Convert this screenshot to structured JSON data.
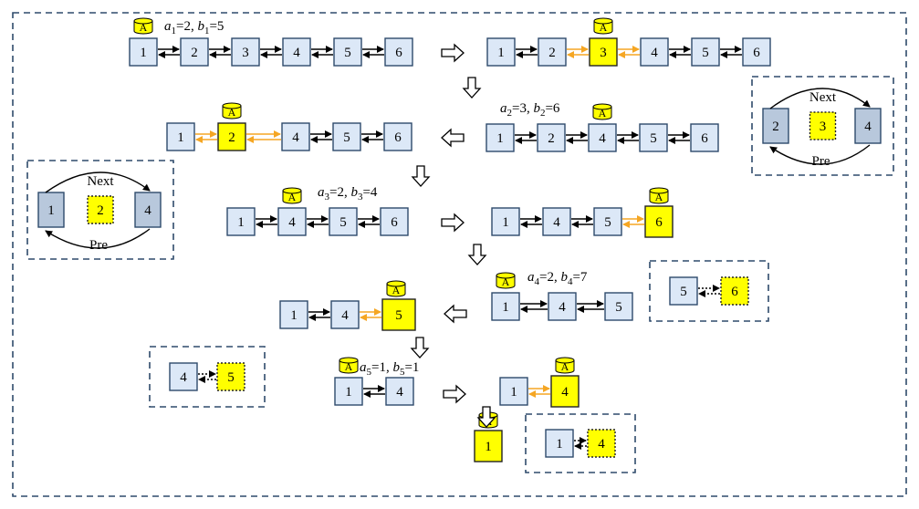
{
  "colors": {
    "node_fill": "#dce8f7",
    "node_stroke": "#2e4a6b",
    "active_fill": "#ffff00",
    "active_stroke": "#000000",
    "orange_arrow": "#f5a623",
    "black_arrow": "#000000",
    "dash_border": "#2e4a6b",
    "cylinder_fill": "#ffff00",
    "box_grey_fill": "#b8c8dc"
  },
  "icon": {
    "name": "a-cylinder-icon",
    "label": "A"
  },
  "captions": [
    {
      "id": "c1",
      "main_a": "a",
      "sub_a": "1",
      "val_a": "=2,",
      "main_b": "b",
      "sub_b": "1",
      "val_b": "=5"
    },
    {
      "id": "c2",
      "main_a": "a",
      "sub_a": "2",
      "val_a": "=3,",
      "main_b": "b",
      "sub_b": "2",
      "val_b": "=6"
    },
    {
      "id": "c3",
      "main_a": "a",
      "sub_a": "3",
      "val_a": "=2,",
      "main_b": "b",
      "sub_b": "3",
      "val_b": "=4"
    },
    {
      "id": "c4",
      "main_a": "a",
      "sub_a": "4",
      "val_a": "=2,",
      "main_b": "b",
      "sub_b": "4",
      "val_b": "=7"
    },
    {
      "id": "c5",
      "main_a": "a",
      "sub_a": "5",
      "val_a": "=1,",
      "main_b": "b",
      "sub_b": "5",
      "val_b": "=1"
    }
  ],
  "chains": [
    {
      "id": "row1-left",
      "nodes": [
        "1",
        "2",
        "3",
        "4",
        "5",
        "6"
      ],
      "active": null
    },
    {
      "id": "row1-right",
      "nodes": [
        "1",
        "2",
        "3",
        "4",
        "5",
        "6"
      ],
      "active": 2
    },
    {
      "id": "row2-left",
      "nodes": [
        "1",
        "2",
        "4",
        "5",
        "6"
      ],
      "active": 1
    },
    {
      "id": "row2-right",
      "nodes": [
        "1",
        "2",
        "4",
        "5",
        "6"
      ],
      "active": null
    },
    {
      "id": "row3-left",
      "nodes": [
        "1",
        "4",
        "5",
        "6"
      ],
      "active": null
    },
    {
      "id": "row3-right",
      "nodes": [
        "1",
        "4",
        "5",
        "6"
      ],
      "active": 3
    },
    {
      "id": "row4-left",
      "nodes": [
        "1",
        "4",
        "5"
      ],
      "active": 2
    },
    {
      "id": "row4-right",
      "nodes": [
        "1",
        "4",
        "5"
      ],
      "active": null
    },
    {
      "id": "row5-left",
      "nodes": [
        "1",
        "4"
      ],
      "active": null
    },
    {
      "id": "row5-right",
      "nodes": [
        "1",
        "4"
      ],
      "active": 1
    },
    {
      "id": "final",
      "nodes": [
        "1"
      ],
      "active": 0
    }
  ],
  "insets": [
    {
      "id": "inset-right-ring",
      "left": "2",
      "center": "3",
      "right": "4",
      "top_label": "Next",
      "bottom_label": "Pre"
    },
    {
      "id": "inset-left-ring",
      "left": "1",
      "center": "2",
      "right": "4",
      "top_label": "Next",
      "bottom_label": "Pre"
    },
    {
      "id": "inset-pair-56",
      "left": "5",
      "right": "6"
    },
    {
      "id": "inset-pair-45",
      "left": "4",
      "right": "5"
    },
    {
      "id": "inset-pair-14",
      "left": "1",
      "right": "4"
    }
  ]
}
